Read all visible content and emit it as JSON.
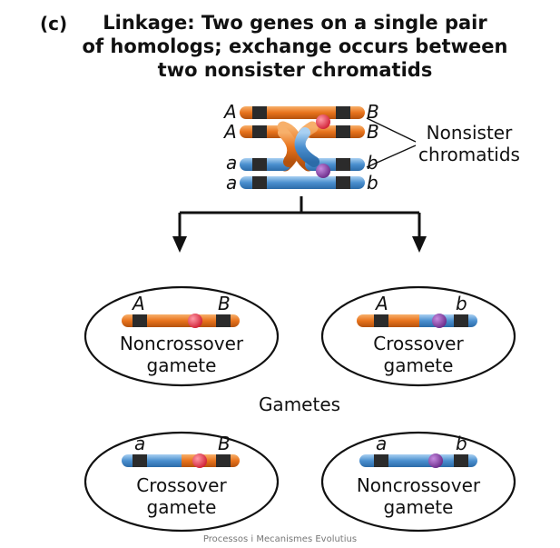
{
  "panel_label": "(c)",
  "title": {
    "line1": "Linkage: Two genes on a single pair",
    "line2": "of homologs; exchange occurs between",
    "line3": "two nonsister chromatids"
  },
  "top_chromatids": {
    "left_alleles": [
      "A",
      "A",
      "a",
      "a"
    ],
    "right_alleles": [
      "B",
      "B",
      "b",
      "b"
    ],
    "nonsister_label": [
      "Nonsister",
      "chromatids"
    ]
  },
  "gametes_heading": "Gametes",
  "gametes": [
    {
      "left_allele": "A",
      "right_allele": "B",
      "label_line1": "Noncrossover",
      "label_line2": "gamete"
    },
    {
      "left_allele": "A",
      "right_allele": "b",
      "label_line1": "Crossover",
      "label_line2": "gamete"
    },
    {
      "left_allele": "a",
      "right_allele": "B",
      "label_line1": "Crossover",
      "label_line2": "gamete"
    },
    {
      "left_allele": "a",
      "right_allele": "b",
      "label_line1": "Noncrossover",
      "label_line2": "gamete"
    }
  ],
  "footer": "Processos i Mecanismes Evolutius",
  "colors": {
    "orange": "#e8731c",
    "orange_light": "#f6a25b",
    "blue": "#4a8fcf",
    "blue_light": "#9cc6ec",
    "band": "#2b2b2b",
    "centromere_red": "#e8344a",
    "centromere_purple": "#8a3fa8"
  }
}
